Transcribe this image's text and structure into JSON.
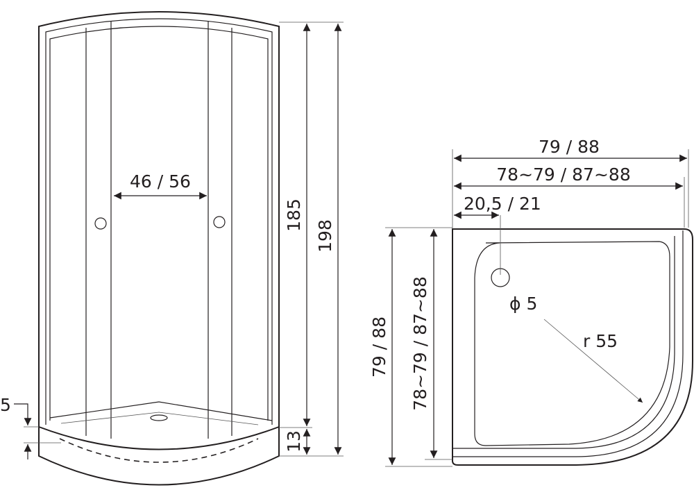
{
  "front_view": {
    "door_width_label": "46 / 56",
    "height_inner_label": "185",
    "height_total_label": "198",
    "tray_height_label": "13",
    "tray_step_label": "5"
  },
  "top_view": {
    "width_label": "79 / 88",
    "width_range_label": "78~79 / 87~88",
    "drain_offset_label": "20,5 / 21",
    "depth_label": "79 / 88",
    "depth_range_label": "78~79 / 87~88",
    "drain_diameter_label": "ϕ 5",
    "radius_label": "r 55"
  }
}
